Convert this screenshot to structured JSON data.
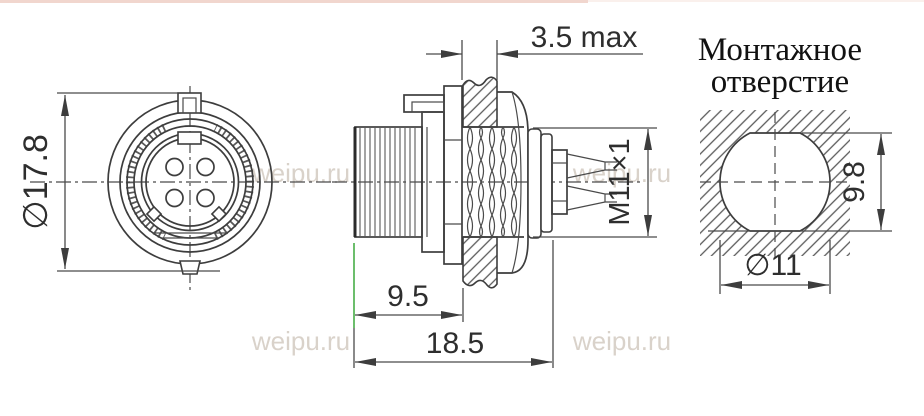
{
  "page": {
    "top_strip_color": "#f1d6ce",
    "background": "#ffffff"
  },
  "watermark": {
    "text": "weipu.ru"
  },
  "front_view": {
    "diameter_label": "∅17.8"
  },
  "side_view": {
    "panel_thickness_label": "3.5 max",
    "thread_label": "M11×1",
    "front_length_label": "9.5",
    "total_length_label": "18.5"
  },
  "mounting_hole_view": {
    "title_line1": "Монтажное",
    "title_line2": "отверстие",
    "height_label": "9.8",
    "diameter_label": "∅11"
  }
}
